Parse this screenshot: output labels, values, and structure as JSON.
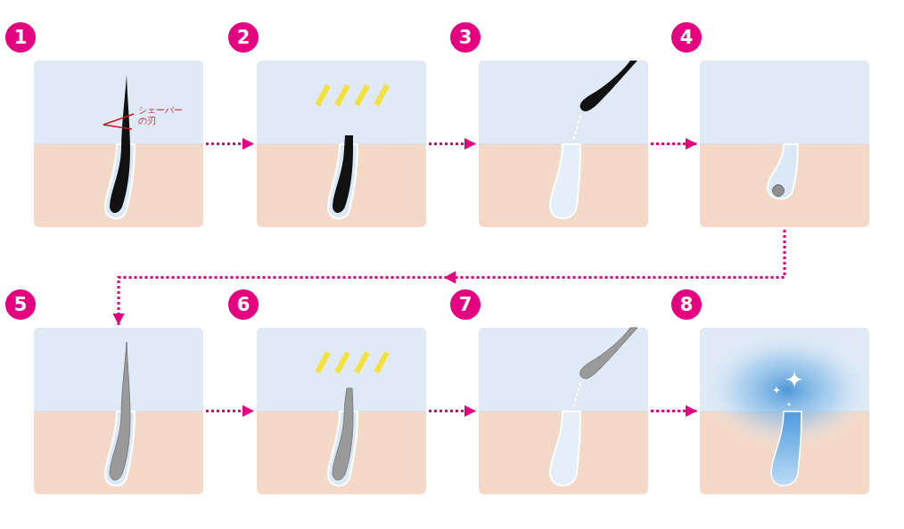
{
  "diagram": {
    "nodes": [
      {
        "text": [
          "1",
          "シェーバー の刃"
        ]
      },
      {
        "text": [
          "2"
        ]
      },
      {
        "text": [
          "3"
        ]
      },
      {
        "text": [
          "4"
        ]
      },
      {
        "text": [
          "5"
        ]
      },
      {
        "text": [
          "6"
        ]
      },
      {
        "text": [
          "7"
        ]
      },
      {
        "text": [
          "8"
        ]
      }
    ],
    "edges": [
      {
        "from": 0,
        "to": 1,
        "arrow": "to"
      },
      {
        "from": 1,
        "to": 2,
        "arrow": "to"
      },
      {
        "from": 2,
        "to": 3,
        "arrow": "to"
      },
      {
        "from": 3,
        "to": 4,
        "arrow": "to"
      },
      {
        "from": 4,
        "to": 5,
        "arrow": "to"
      },
      {
        "from": 5,
        "to": 6,
        "arrow": "to"
      },
      {
        "from": 6,
        "to": 7,
        "arrow": "to"
      }
    ]
  }
}
